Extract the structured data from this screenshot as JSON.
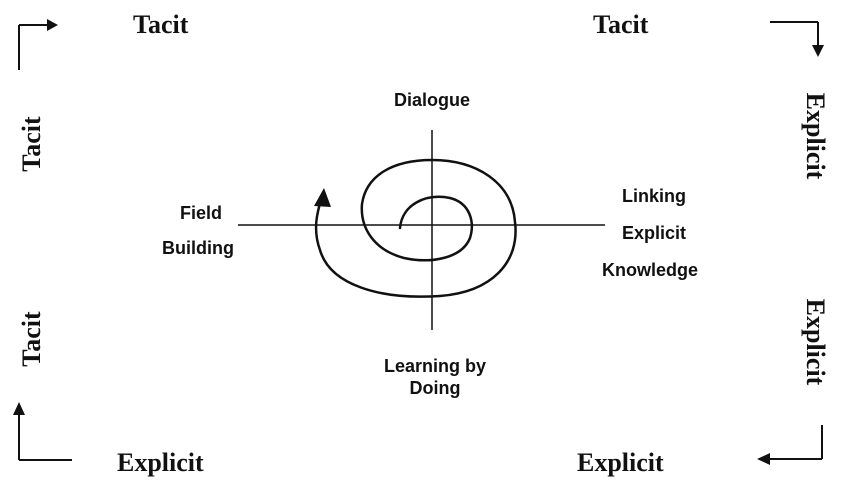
{
  "corner_labels": {
    "top_left": "Tacit",
    "top_right": "Tacit",
    "right_upper": "Explicit",
    "right_lower": "Explicit",
    "bottom_right": "Explicit",
    "bottom_left": "Explicit",
    "left_lower": "Tacit",
    "left_upper": "Tacit"
  },
  "modes": {
    "top": "Dialogue",
    "left": [
      "Field",
      "Building"
    ],
    "right": [
      "Linking",
      "Explicit",
      "Knowledge"
    ],
    "bottom": [
      "Learning by",
      "Doing"
    ]
  },
  "colors": {
    "ink": "#111111"
  }
}
